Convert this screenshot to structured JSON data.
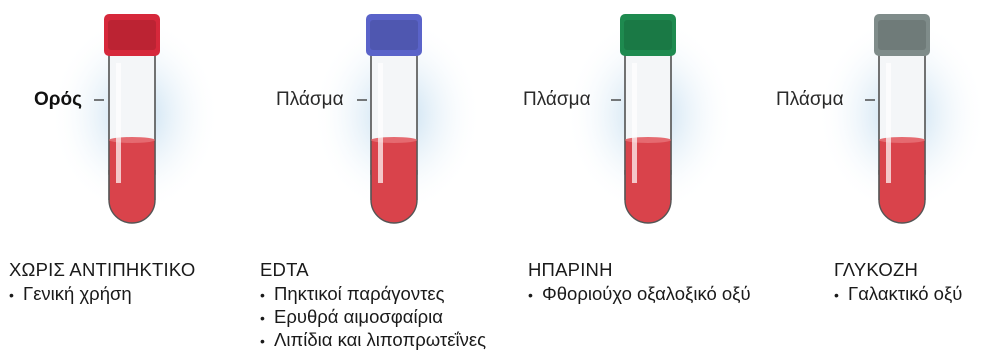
{
  "tubes": [
    {
      "cap_color": "#d6283b",
      "side_label": "Ορός",
      "title": "ΧΩΡΙΣ ΑΝΤΙΠΗΚΤΙΚΟ",
      "uses": [
        "Γενική χρήση"
      ]
    },
    {
      "cap_color": "#5a63c9",
      "side_label": "Πλάσμα",
      "title": "EDTA",
      "uses": [
        "Πηκτικοί παράγοντες",
        "Ερυθρά αιμοσφαίρια",
        "Λιπίδια και λιποπρωτεΐνες"
      ]
    },
    {
      "cap_color": "#1e8a4f",
      "side_label": "Πλάσμα",
      "title": "ΗΠΑΡΙΝΗ",
      "uses": [
        "Φθοριούχο οξαλοξικό οξύ"
      ]
    },
    {
      "cap_color": "#7f8c8a",
      "side_label": "Πλάσμα",
      "title": "ΓΛΥΚΟΖΗ",
      "uses": [
        "Γαλακτικό οξύ"
      ]
    }
  ],
  "blood_color": "#d9434b",
  "bullet": "•"
}
